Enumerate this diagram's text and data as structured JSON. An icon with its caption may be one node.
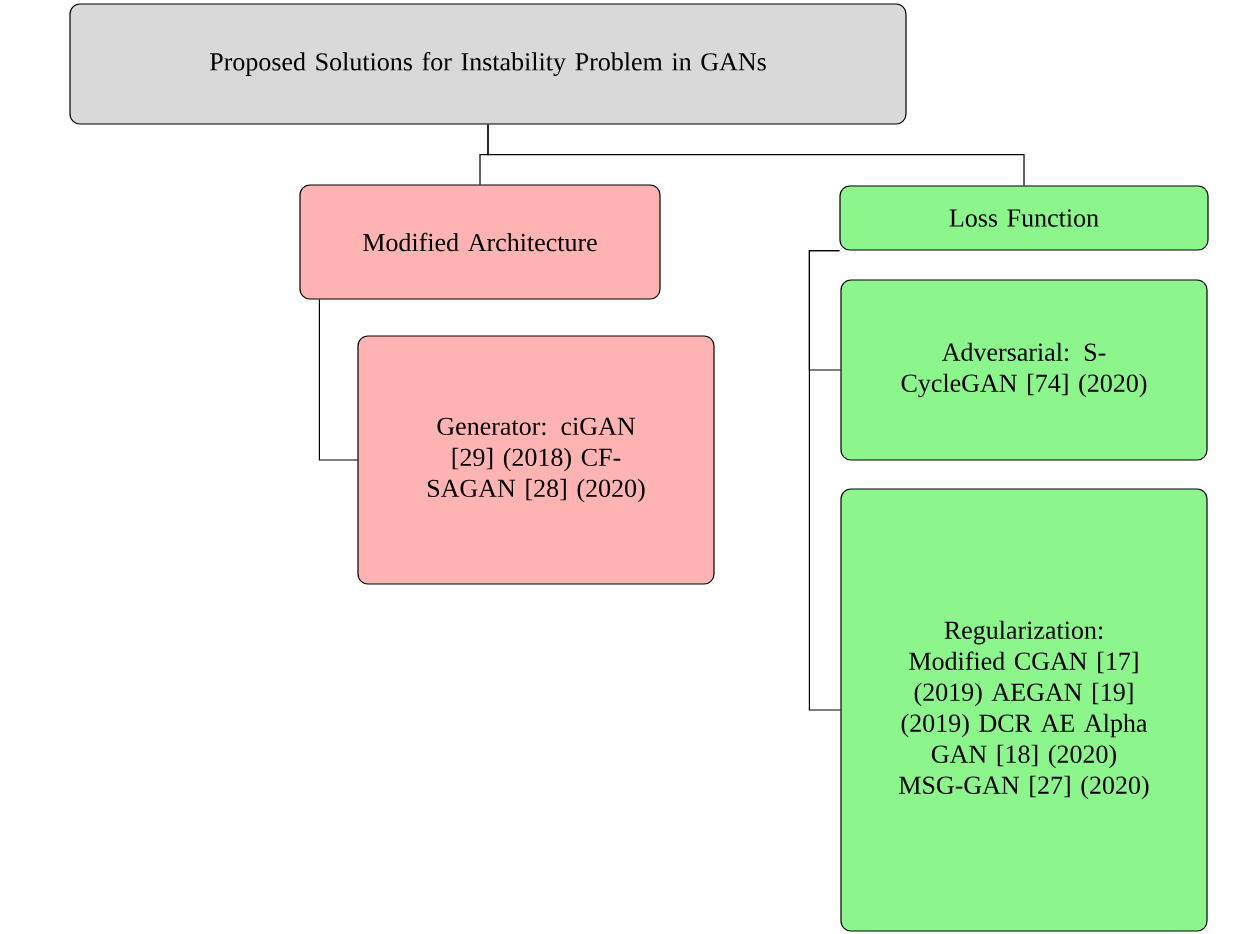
{
  "diagram": {
    "nodes": [
      {
        "text": [
          "Proposed Solutions for Instability Problem in GANs"
        ]
      },
      {
        "text": [
          "Modified Architecture"
        ]
      },
      {
        "text": [
          "Generator: ciGAN [29] (2018) CF-SAGAN [28] (2020)"
        ]
      },
      {
        "text": [
          "Loss Function"
        ]
      },
      {
        "text": [
          "Adversarial: S-CycleGAN [74] (2020)"
        ]
      },
      {
        "text": [
          "Regularization: Modified CGAN [17] (2019) AEGAN [19] (2019) DCR AE Alpha GAN [18] (2020) MSG-GAN [27] (2020)"
        ]
      }
    ],
    "edges": [
      {
        "from": 0,
        "to": 1,
        "arrow": "none"
      },
      {
        "from": 0,
        "to": 3,
        "arrow": "none"
      },
      {
        "from": 1,
        "to": 2,
        "arrow": "none"
      },
      {
        "from": 3,
        "to": 4,
        "arrow": "none"
      },
      {
        "from": 3,
        "to": 5,
        "arrow": "none"
      }
    ]
  }
}
